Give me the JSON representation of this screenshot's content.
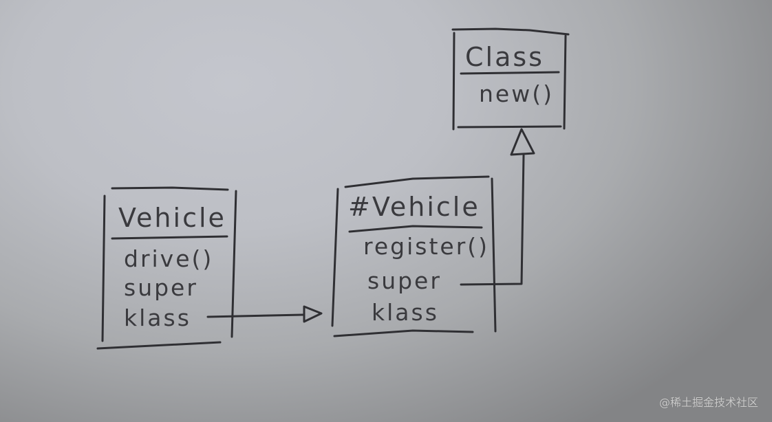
{
  "diagram": {
    "classes": [
      {
        "id": "class",
        "name": "Class",
        "members": [
          "new()"
        ]
      },
      {
        "id": "vehicle",
        "name": "Vehicle",
        "members": [
          "drive()",
          "super",
          "klass"
        ]
      },
      {
        "id": "singleton-vehicle",
        "name": "#Vehicle",
        "members": [
          "register()",
          "super",
          "klass"
        ]
      }
    ],
    "relations": [
      {
        "from": "vehicle.klass",
        "to": "singleton-vehicle",
        "type": "inheritance-arrow"
      },
      {
        "from": "singleton-vehicle.super",
        "to": "class",
        "type": "inheritance-arrow"
      }
    ]
  },
  "watermark": "@稀土掘金技术社区"
}
